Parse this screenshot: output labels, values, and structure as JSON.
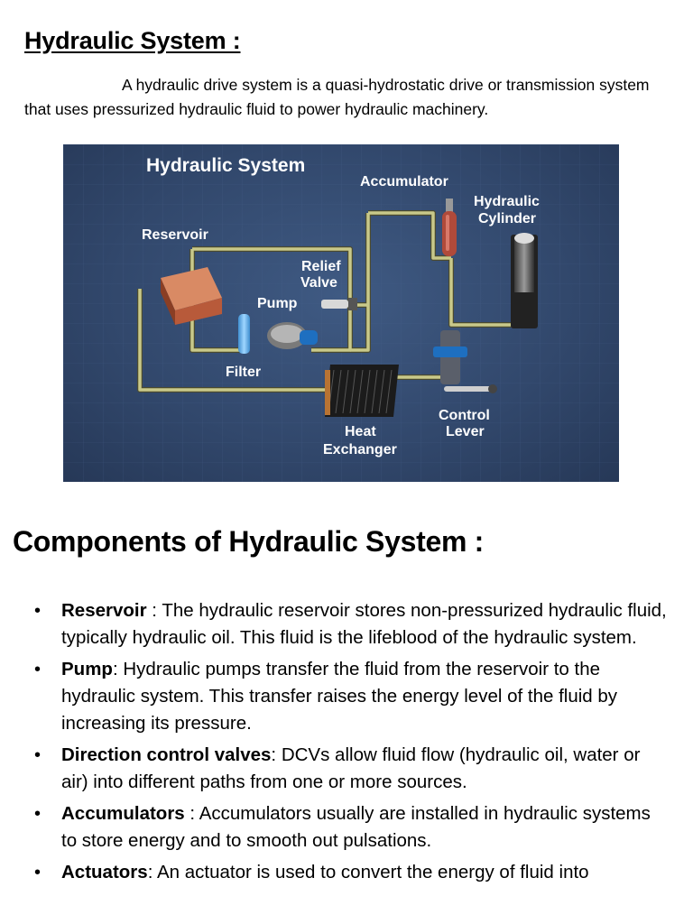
{
  "page": {
    "title": "Hydraulic System :",
    "intro": "A hydraulic drive system is a quasi-hydrostatic drive or transmission system that uses pressurized hydraulic fluid to power hydraulic machinery."
  },
  "figure": {
    "title": "Hydraulic System",
    "labels": {
      "accumulator": "Accumulator",
      "hydraulic_cylinder_1": "Hydraulic",
      "hydraulic_cylinder_2": "Cylinder",
      "reservoir": "Reservoir",
      "relief_valve_1": "Relief",
      "relief_valve_2": "Valve",
      "pump": "Pump",
      "filter": "Filter",
      "heat_exchanger_1": "Heat",
      "heat_exchanger_2": "Exchanger",
      "control_lever_1": "Control",
      "control_lever_2": "Lever"
    },
    "colors": {
      "background": "#31476b",
      "pipe": "#c9c98a",
      "reservoir": "#b85a3a",
      "filter": "#5aa8e0",
      "pump_motor": "#1e6fc0",
      "accumulator": "#b04a3a"
    }
  },
  "components": {
    "heading": "Components of Hydraulic System :",
    "items": [
      {
        "term": "Reservoir",
        "sep": " : ",
        "text": "The hydraulic reservoir stores non-pressurized hydraulic fluid, typically hydraulic oil. This fluid is the lifeblood of the hydraulic system."
      },
      {
        "term": "Pump",
        "sep": ": ",
        "text": "Hydraulic pumps transfer the fluid from the reservoir to the hydraulic system. This transfer raises the energy level of the fluid by increasing its pressure."
      },
      {
        "term": "Direction control valves",
        "sep": ": ",
        "text": "DCVs allow fluid flow (hydraulic oil, water or air) into different paths from one or more sources."
      },
      {
        "term": "Accumulators",
        "sep": " : ",
        "text": "Accumulators usually are installed in hydraulic systems to store energy and to smooth out pulsations."
      },
      {
        "term": "Actuators",
        "sep": ": ",
        "text": "An actuator is used to convert the energy of fluid into"
      }
    ]
  }
}
